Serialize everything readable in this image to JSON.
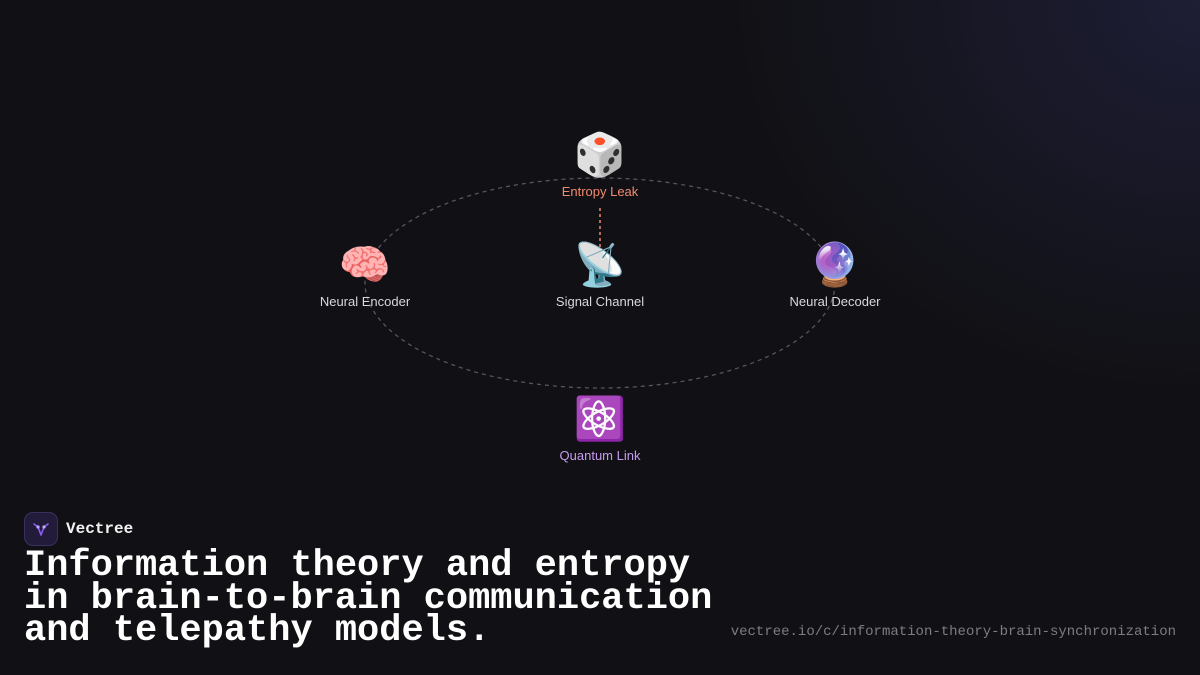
{
  "diagram": {
    "nodes": {
      "entropy_leak": {
        "icon": "game-die-icon",
        "glyph": "🎲",
        "label": "Entropy Leak",
        "color": "#f08a6e"
      },
      "neural_encoder": {
        "icon": "brain-icon",
        "glyph": "🧠",
        "label": "Neural Encoder",
        "color": "#d8d8dc"
      },
      "signal_channel": {
        "icon": "satellite-antenna-icon",
        "glyph": "📡",
        "label": "Signal Channel",
        "color": "#d8d8dc"
      },
      "neural_decoder": {
        "icon": "crystal-ball-icon",
        "glyph": "🔮",
        "label": "Neural Decoder",
        "color": "#d8d8dc"
      },
      "quantum_link": {
        "icon": "atom-symbol-icon",
        "glyph": "⚛️",
        "label": "Quantum Link",
        "color": "#c59bf0"
      }
    },
    "orbit_color": "#55555c",
    "leak_connector_color": "#f08a6e"
  },
  "brand": {
    "name": "Vectree",
    "logo_icon": "vectree-logo-icon",
    "accent": "#8b5cf6"
  },
  "headline": {
    "lines": [
      "Information theory and entropy",
      "in brain-to-brain communication",
      "and telepathy models."
    ]
  },
  "source_url": "vectree.io/c/information-theory-brain-synchronization",
  "colors": {
    "background": "#111115",
    "headline_text": "#ffffff",
    "url_text": "#7c7c84"
  }
}
